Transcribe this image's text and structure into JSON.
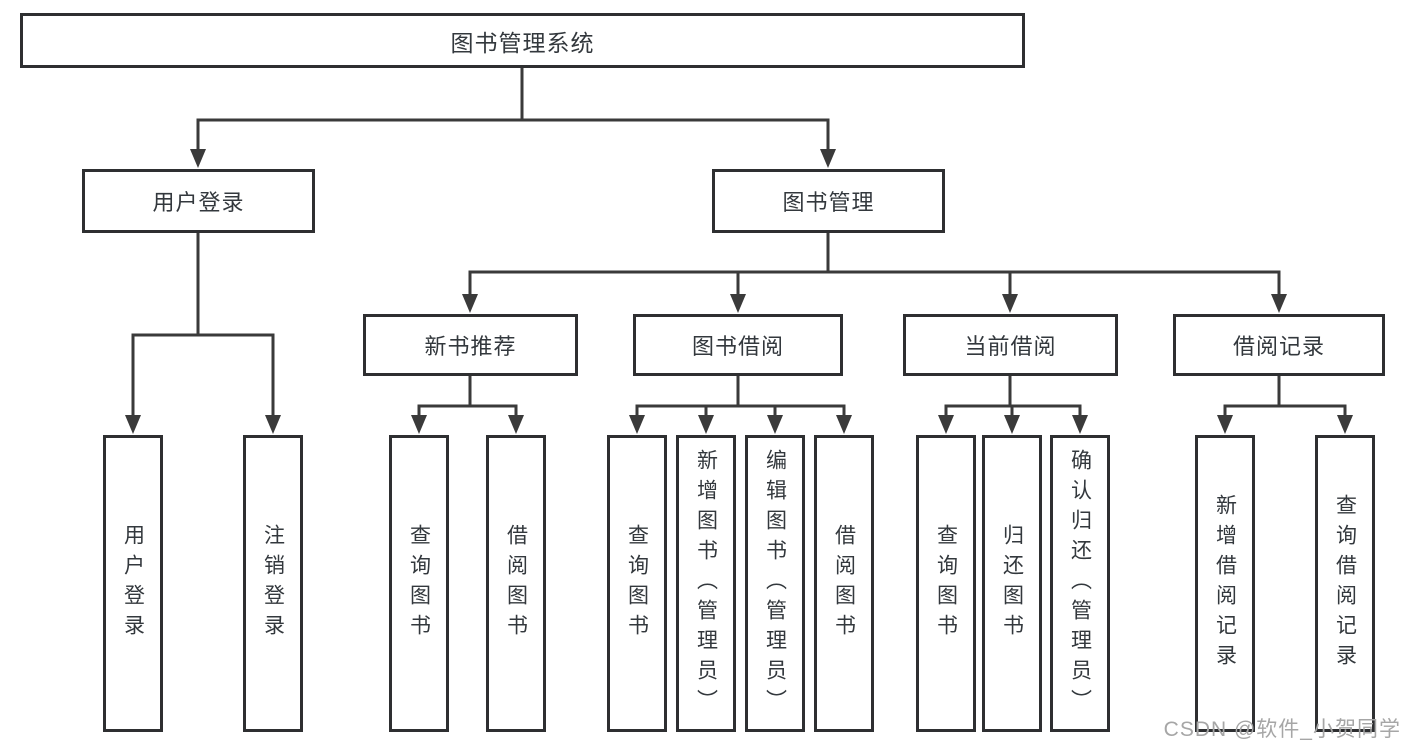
{
  "colors": {
    "line": "#3a3a3a",
    "border": "#2e2f31",
    "text": "#33383d",
    "watermark": "#a6a6a6",
    "background": "#ffffff"
  },
  "watermark": "CSDN @软件_小贺同学",
  "tree": {
    "label": "图书管理系统",
    "children": [
      {
        "label": "用户登录",
        "children": [
          {
            "label": "用户登录"
          },
          {
            "label": "注销登录"
          }
        ]
      },
      {
        "label": "图书管理",
        "children": [
          {
            "label": "新书推荐",
            "children": [
              {
                "label": "查询图书"
              },
              {
                "label": "借阅图书"
              }
            ]
          },
          {
            "label": "图书借阅",
            "children": [
              {
                "label": "查询图书"
              },
              {
                "label": "新增图书（管理员）"
              },
              {
                "label": "编辑图书（管理员）"
              },
              {
                "label": "借阅图书"
              }
            ]
          },
          {
            "label": "当前借阅",
            "children": [
              {
                "label": "查询图书"
              },
              {
                "label": "归还图书"
              },
              {
                "label": "确认归还（管理员）"
              }
            ]
          },
          {
            "label": "借阅记录",
            "children": [
              {
                "label": "新增借阅记录"
              },
              {
                "label": "查询借阅记录"
              }
            ]
          }
        ]
      }
    ]
  }
}
